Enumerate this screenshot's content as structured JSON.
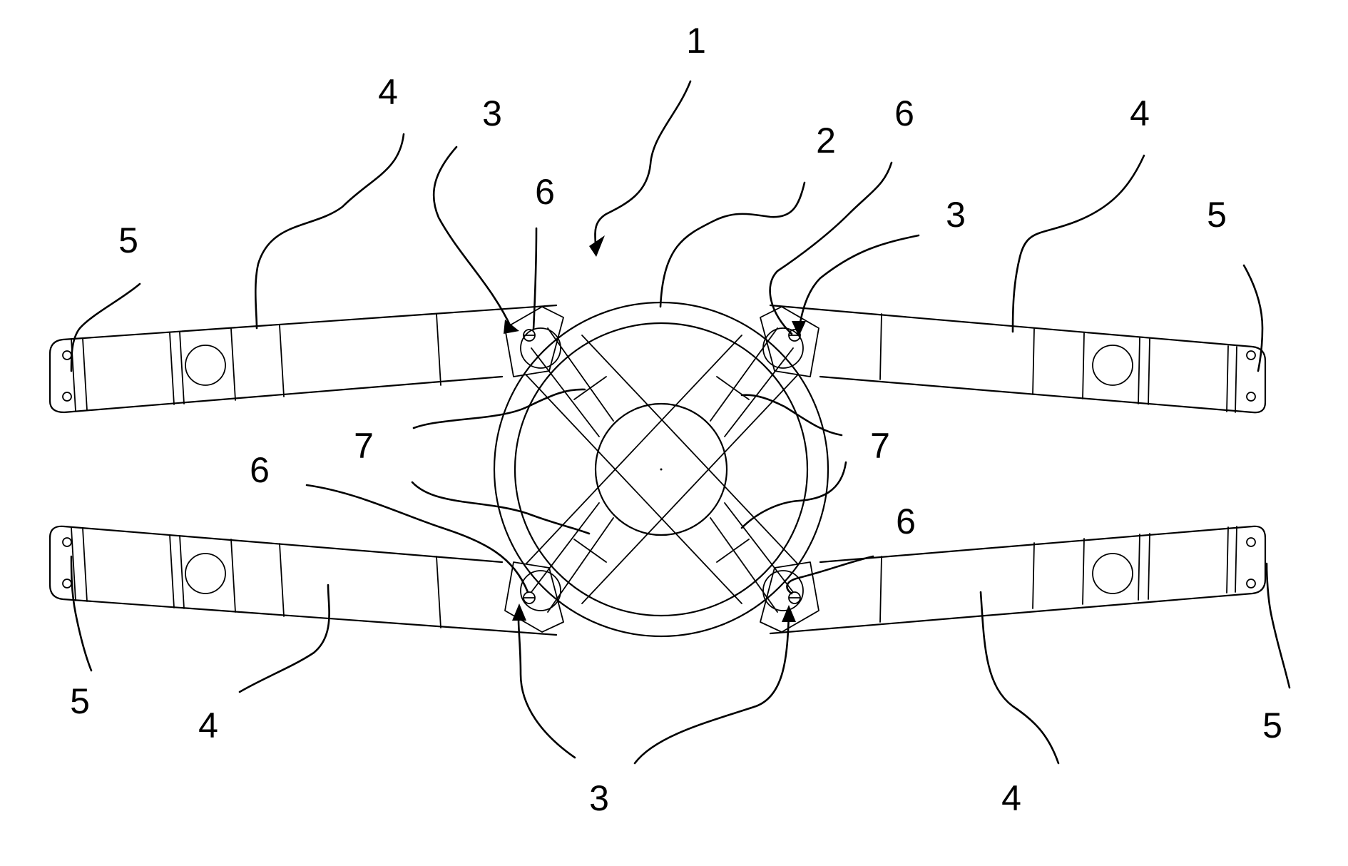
{
  "figure": {
    "labels": [
      {
        "id": "ref-1",
        "text": "1"
      },
      {
        "id": "ref-2",
        "text": "2"
      },
      {
        "id": "ref-3-tl",
        "text": "3"
      },
      {
        "id": "ref-3-tr",
        "text": "3"
      },
      {
        "id": "ref-3-b",
        "text": "3"
      },
      {
        "id": "ref-4-tl",
        "text": "4"
      },
      {
        "id": "ref-4-tr",
        "text": "4"
      },
      {
        "id": "ref-4-bl",
        "text": "4"
      },
      {
        "id": "ref-4-br",
        "text": "4"
      },
      {
        "id": "ref-5-tl",
        "text": "5"
      },
      {
        "id": "ref-5-tr",
        "text": "5"
      },
      {
        "id": "ref-5-bl",
        "text": "5"
      },
      {
        "id": "ref-5-br",
        "text": "5"
      },
      {
        "id": "ref-6-tl",
        "text": "6"
      },
      {
        "id": "ref-6-tr",
        "text": "6"
      },
      {
        "id": "ref-6-bl",
        "text": "6"
      },
      {
        "id": "ref-6-br",
        "text": "6"
      },
      {
        "id": "ref-7-l",
        "text": "7"
      },
      {
        "id": "ref-7-r",
        "text": "7"
      }
    ]
  }
}
